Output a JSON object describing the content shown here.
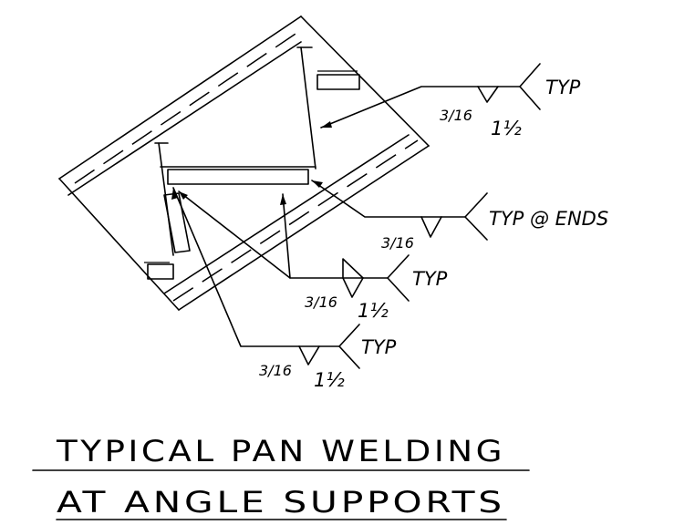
{
  "diagram": {
    "callouts": [
      {
        "id": "top",
        "fillet_size": "3/16",
        "weld_length": "1½",
        "tail_note": "TYP"
      },
      {
        "id": "ends",
        "fillet_size": "3/16",
        "weld_length": "",
        "tail_note": "TYP @ ENDS"
      },
      {
        "id": "middle",
        "fillet_size": "3/16",
        "weld_length": "1½",
        "tail_note": "TYP"
      },
      {
        "id": "bottom",
        "fillet_size": "3/16",
        "weld_length": "1½",
        "tail_note": "TYP"
      }
    ],
    "title_line_1": "TYPICAL PAN WELDING",
    "title_line_2": "AT ANGLE SUPPORTS"
  },
  "colors": {
    "ink": "#000000",
    "background": "#ffffff"
  }
}
